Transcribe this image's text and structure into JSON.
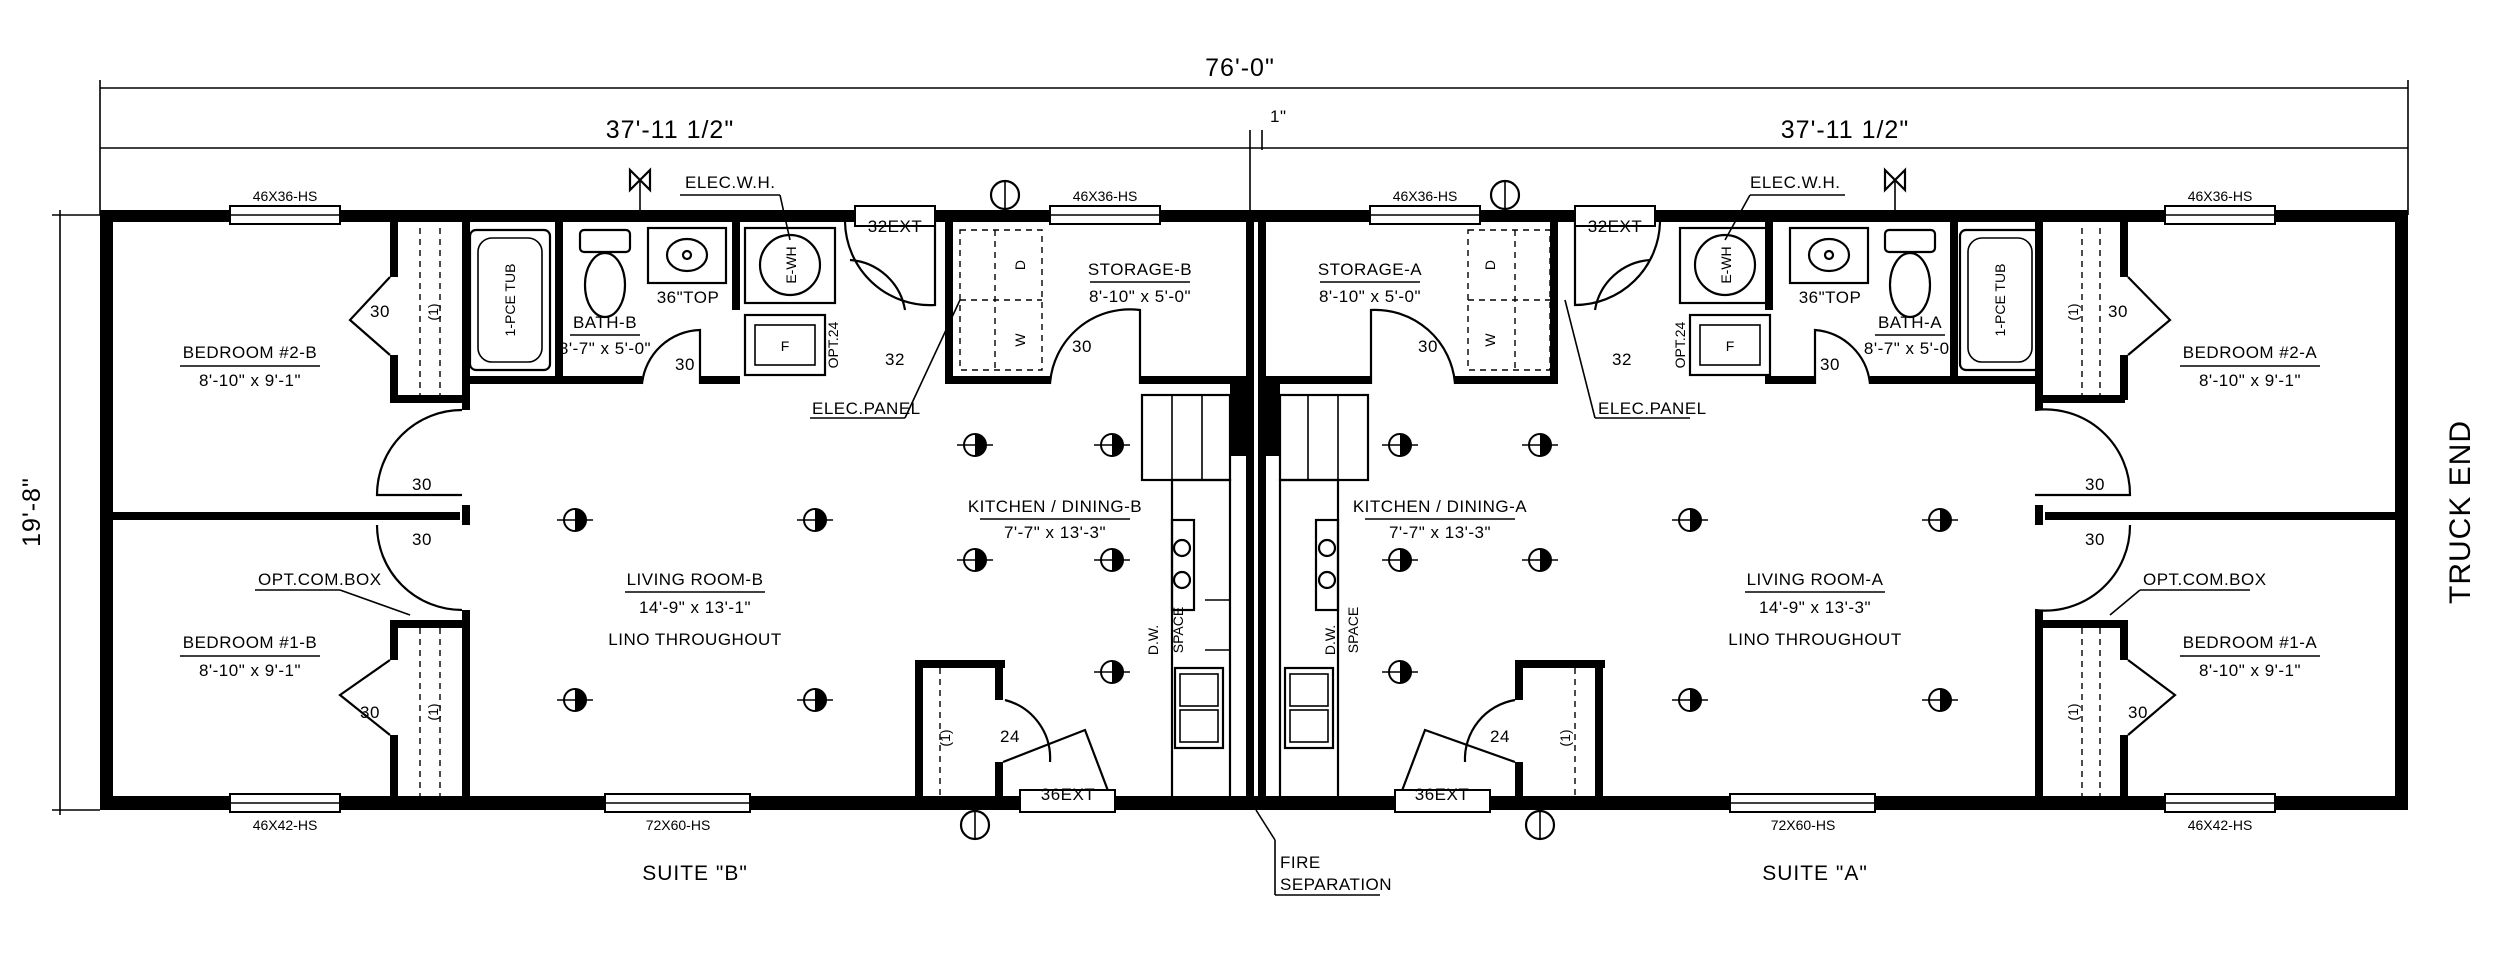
{
  "dimensions": {
    "overall": "76'-0\"",
    "half_b": "37'-11 1/2\"",
    "half_a": "37'-11 1/2\"",
    "gap": "1\"",
    "depth": "19'-8\""
  },
  "truck_end": "TRUCK END",
  "fire_separation": [
    "FIRE",
    "SEPARATION"
  ],
  "suites": {
    "b": {
      "name": "SUITE \"B\"",
      "bedroom2": {
        "name": "BEDROOM #2-B",
        "size": "8'-10\" x 9'-1\""
      },
      "bedroom1": {
        "name": "BEDROOM #1-B",
        "size": "8'-10\" x 9'-1\""
      },
      "bath": {
        "name": "BATH-B",
        "size": "8'-7\" x 5'-0\""
      },
      "storage": {
        "name": "STORAGE-B",
        "size": "8'-10\" x 5'-0\""
      },
      "kitchen": {
        "name": "KITCHEN / DINING-B",
        "size": "7'-7\" x 13'-3\""
      },
      "living": {
        "name": "LIVING ROOM-B",
        "size": "14'-9\" x 13'-1\"",
        "note": "LINO THROUGHOUT"
      },
      "windows": {
        "bed2": "46X36-HS",
        "storage": "46X36-HS",
        "bed1": "46X42-HS",
        "living": "72X60-HS"
      },
      "doors": {
        "ext_top": "32EXT",
        "ext_bottom": "36EXT"
      }
    },
    "a": {
      "name": "SUITE \"A\"",
      "bedroom2": {
        "name": "BEDROOM #2-A",
        "size": "8'-10\" x 9'-1\""
      },
      "bedroom1": {
        "name": "BEDROOM #1-A",
        "size": "8'-10\" x 9'-1\""
      },
      "bath": {
        "name": "BATH-A",
        "size": "8'-7\" x 5'-0\""
      },
      "storage": {
        "name": "STORAGE-A",
        "size": "8'-10\" x 5'-0\""
      },
      "kitchen": {
        "name": "KITCHEN / DINING-A",
        "size": "7'-7\" x 13'-3\""
      },
      "living": {
        "name": "LIVING ROOM-A",
        "size": "14'-9\" x 13'-3\"",
        "note": "LINO THROUGHOUT"
      },
      "windows": {
        "bed2": "46X36-HS",
        "storage": "46X36-HS",
        "bed1": "46X42-HS",
        "living": "72X60-HS"
      },
      "doors": {
        "ext_top": "32EXT",
        "ext_bottom": "36EXT"
      }
    }
  },
  "fixtures": {
    "tub": "1-PCE TUB",
    "top": "36\"TOP",
    "wh_label": "ELEC.W.H.",
    "wh": "E-WH",
    "panel": "ELEC.PANEL",
    "opt": "OPT.24",
    "furnace": "F",
    "com_box": "OPT.COM.BOX",
    "dw": "D.W.",
    "space": "SPACE",
    "closet": "(1)",
    "dryer": "D",
    "washer": "W"
  },
  "door_sizes": {
    "d30": "30",
    "d32": "32",
    "d24": "24"
  }
}
